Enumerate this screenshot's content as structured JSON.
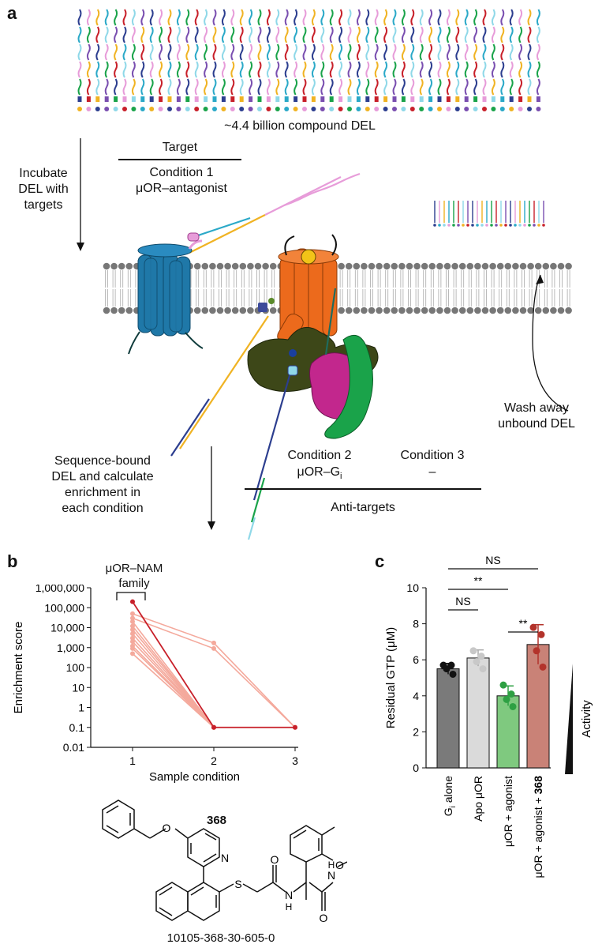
{
  "panel_a": {
    "letter": "a",
    "library_label": "~4.4 billion compound DEL",
    "step1": [
      "Incubate",
      "DEL with",
      "targets"
    ],
    "target_header": "Target",
    "condition1": [
      "Condition 1",
      "μOR–antagonist"
    ],
    "wash_label": [
      "Wash away",
      "unbound DEL"
    ],
    "step2": [
      "Sequence-bound",
      "DEL and calculate",
      "enrichment in",
      "each condition"
    ],
    "condition2": "Condition 2",
    "condition2_sub": "μOR–G",
    "condition2_sub_i": "i",
    "condition3": "Condition 3",
    "condition3_sub": "–",
    "anti_targets": "Anti-targets",
    "colors": {
      "blue_receptor": "#1f78a8",
      "orange_receptor": "#ec6a1c",
      "galpha": "#3d4718",
      "gbeta": "#c2278d",
      "ggamma": "#1aa34a",
      "membrane": "#777777"
    }
  },
  "panel_b": {
    "letter": "b",
    "family_label": [
      "μOR–NAM",
      "family"
    ],
    "compound_id": "368",
    "compound_code": "10105-368-30-605-0",
    "chart_data": {
      "type": "line",
      "xlabel": "Sample condition",
      "ylabel": "Enrichment score",
      "y_scale": "log",
      "ylim": [
        0.01,
        1000000
      ],
      "y_ticks": [
        "1,000,000",
        "100,000",
        "10,000",
        "1,000",
        "100",
        "10",
        "1",
        "0.1",
        "0.01"
      ],
      "x_ticks": [
        "1",
        "2",
        "3"
      ],
      "highlight_color": "#c8202a",
      "background_color": "#f4a99c",
      "series": [
        {
          "values": [
            200000,
            0.1,
            0.1
          ],
          "highlight": true
        },
        {
          "values": [
            50000,
            1700,
            0.1
          ]
        },
        {
          "values": [
            30000,
            900,
            0.1
          ]
        },
        {
          "values": [
            20000,
            0.1
          ]
        },
        {
          "values": [
            12000,
            0.1
          ]
        },
        {
          "values": [
            8000,
            0.1
          ]
        },
        {
          "values": [
            5000,
            0.1
          ]
        },
        {
          "values": [
            3000,
            0.1
          ]
        },
        {
          "values": [
            2000,
            0.1
          ]
        },
        {
          "values": [
            1200,
            0.1
          ]
        },
        {
          "values": [
            900,
            0.1
          ]
        },
        {
          "values": [
            500,
            0.1
          ]
        }
      ]
    }
  },
  "panel_c": {
    "letter": "c",
    "activity_label": "Activity",
    "chart_data": {
      "type": "bar",
      "ylabel": "Residual GTP (μM)",
      "ylim": [
        0,
        10
      ],
      "y_ticks": [
        "0",
        "2",
        "4",
        "6",
        "8",
        "10"
      ],
      "categories": [
        "Gi alone",
        "Apo μOR",
        "μOR + agonist",
        "μOR + agonist + 368"
      ],
      "category_parts": [
        {
          "main": "G",
          "sub": "i",
          "rest": " alone",
          "bold": ""
        },
        {
          "main": "Apo μOR",
          "sub": "",
          "rest": "",
          "bold": ""
        },
        {
          "main": "μOR + agonist",
          "sub": "",
          "rest": "",
          "bold": ""
        },
        {
          "main": "μOR + agonist + ",
          "sub": "",
          "rest": "",
          "bold": "368"
        }
      ],
      "values": [
        5.5,
        6.1,
        4.0,
        6.85
      ],
      "errors": [
        0.3,
        0.45,
        0.55,
        1.1
      ],
      "points": [
        [
          5.7,
          5.7,
          5.5,
          5.2
        ],
        [
          6.5,
          6.2,
          5.9,
          5.5
        ],
        [
          4.6,
          4.1,
          3.8,
          3.4
        ],
        [
          7.8,
          7.4,
          6.5,
          5.6
        ]
      ],
      "bar_colors": [
        "#7a7a7a",
        "#dadada",
        "#7fc97f",
        "#c98277"
      ],
      "point_colors": [
        "#111111",
        "#c8c8c8",
        "#2ea043",
        "#b3332b"
      ],
      "significance": [
        {
          "label": "NS",
          "from": 0,
          "to": 3
        },
        {
          "label": "**",
          "from": 0,
          "to": 2
        },
        {
          "label": "NS",
          "from": 0,
          "to": 1
        },
        {
          "label": "**",
          "from": 2,
          "to": 3
        }
      ]
    }
  }
}
